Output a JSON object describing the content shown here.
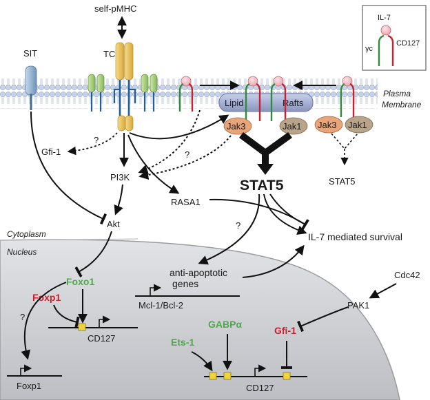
{
  "legend": {
    "il7": "IL-7",
    "gamma_c": "γc",
    "cd127": "CD127"
  },
  "receptors": {
    "self_pmhc": "self-pMHC",
    "tcr": "TCR",
    "sit": "SIT"
  },
  "membrane": {
    "label_1": "Plasma",
    "label_2": "Membrane"
  },
  "rafts": {
    "lipid": "Lipid",
    "rafts": "Rafts"
  },
  "kinases": {
    "jak3_raft": "Jak3",
    "jak1_raft": "Jak1",
    "jak3_free": "Jak3",
    "jak1_free": "Jak1"
  },
  "signals": {
    "stat5_main": "STAT5",
    "stat5_minor": "STAT5",
    "gfi1_top": "Gfi-1",
    "pi3k": "PI3K",
    "rasa1": "RASA1",
    "akt": "Akt",
    "survival": "IL-7 mediated survival",
    "question": "?"
  },
  "compartments": {
    "cytoplasm": "Cytoplasm",
    "nucleus": "Nucleus"
  },
  "nucleus": {
    "foxo1": "Foxo1",
    "foxp1": "Foxp1",
    "cd127_left": "CD127",
    "foxp1_gene": "Foxp1",
    "anti_apoptotic_1": "anti-apoptotic",
    "anti_apoptotic_2": "genes",
    "mcl1": "Mcl-1/Bcl-2",
    "ets1": "Ets-1",
    "gabp": "GABPα",
    "gfi1_nuc": "Gfi-1",
    "cd127_right": "CD127",
    "cdc42": "Cdc42",
    "pak1": "PAK1"
  },
  "colors": {
    "green": "#4caa4a",
    "red": "#c8202f",
    "tcr_gold": "#e8c15a",
    "stat_receptor_green": "#2e8b3e",
    "raft": "#aab4d4",
    "jak3": "#e9a57a",
    "jak1": "#b8a48a",
    "nucleus_fill": "#cfd0d4",
    "promoter_box": "#f1d43a"
  }
}
